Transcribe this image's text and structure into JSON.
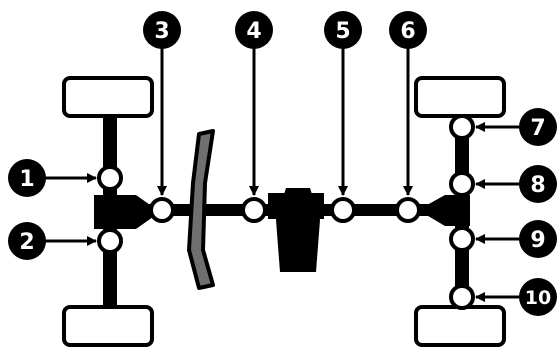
{
  "callouts": [
    {
      "label": "1"
    },
    {
      "label": "2"
    },
    {
      "label": "3"
    },
    {
      "label": "4"
    },
    {
      "label": "5"
    },
    {
      "label": "6"
    },
    {
      "label": "7"
    },
    {
      "label": "8"
    },
    {
      "label": "9"
    },
    {
      "label": "10"
    }
  ],
  "colors": {
    "line": "#000000",
    "joint_fill": "#ffffff",
    "shaft_fill": "#6f6f6f",
    "background": "#ffffff"
  }
}
